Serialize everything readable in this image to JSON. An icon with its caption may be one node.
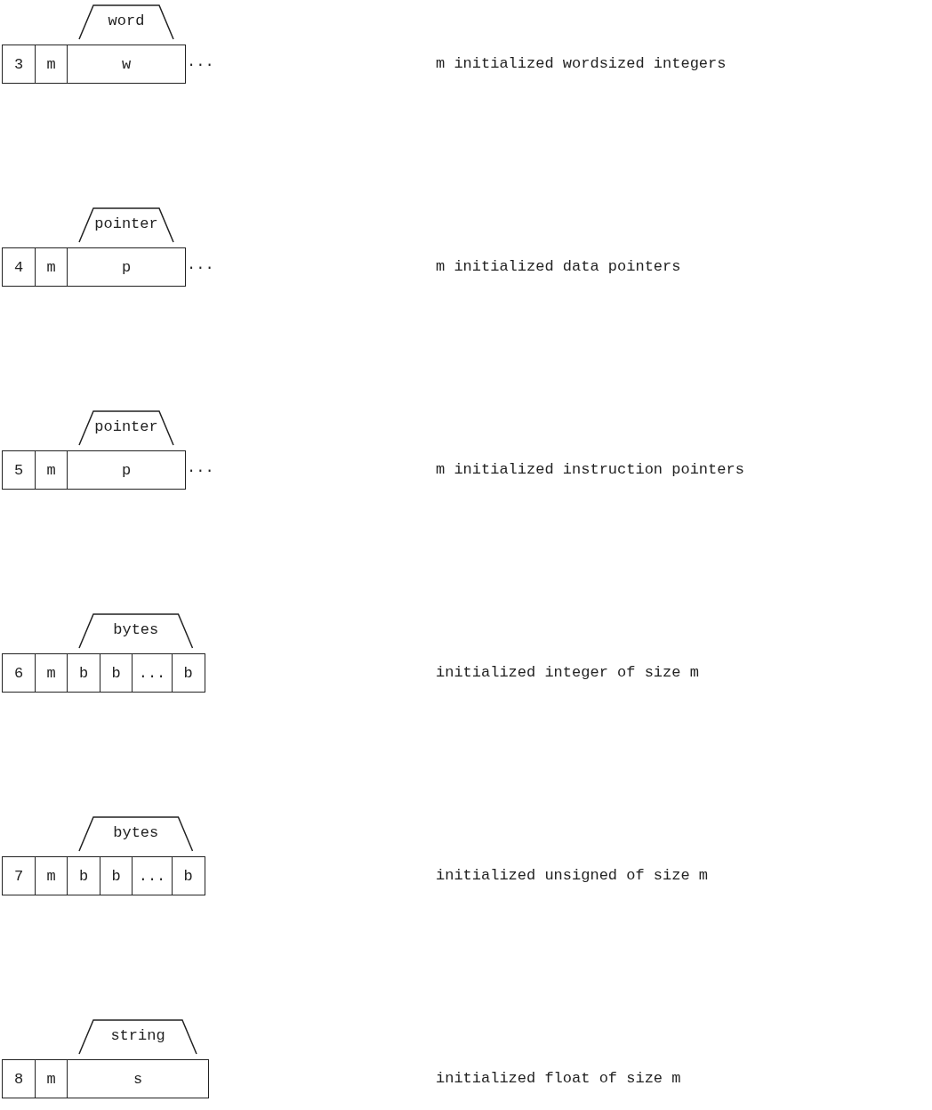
{
  "diagram": {
    "nodes": [
      {
        "text": [
          "3"
        ]
      },
      {
        "text": [
          "m"
        ]
      },
      {
        "text": [
          "w"
        ]
      },
      {
        "text": [
          "4"
        ]
      },
      {
        "text": [
          "m"
        ]
      },
      {
        "text": [
          "p"
        ]
      },
      {
        "text": [
          "5"
        ]
      },
      {
        "text": [
          "m"
        ]
      },
      {
        "text": [
          "p"
        ]
      },
      {
        "text": [
          "6"
        ]
      },
      {
        "text": [
          "m"
        ]
      },
      {
        "text": [
          "b"
        ]
      },
      {
        "text": [
          "b"
        ]
      },
      {
        "text": [
          "..."
        ]
      },
      {
        "text": [
          "b"
        ]
      },
      {
        "text": [
          "7"
        ]
      },
      {
        "text": [
          "m"
        ]
      },
      {
        "text": [
          "b"
        ]
      },
      {
        "text": [
          "b"
        ]
      },
      {
        "text": [
          "..."
        ]
      },
      {
        "text": [
          "b"
        ]
      },
      {
        "text": [
          "8"
        ]
      },
      {
        "text": [
          "m"
        ]
      },
      {
        "text": [
          "s"
        ]
      }
    ],
    "labels": [
      "word",
      "...",
      "m initialized wordsized integers",
      "pointer",
      "...",
      "m initialized data pointers",
      "pointer",
      "...",
      "m initialized instruction pointers",
      "bytes",
      "initialized integer of size m",
      "bytes",
      "initialized unsigned of size m",
      "string",
      "initialized float of size m"
    ]
  }
}
